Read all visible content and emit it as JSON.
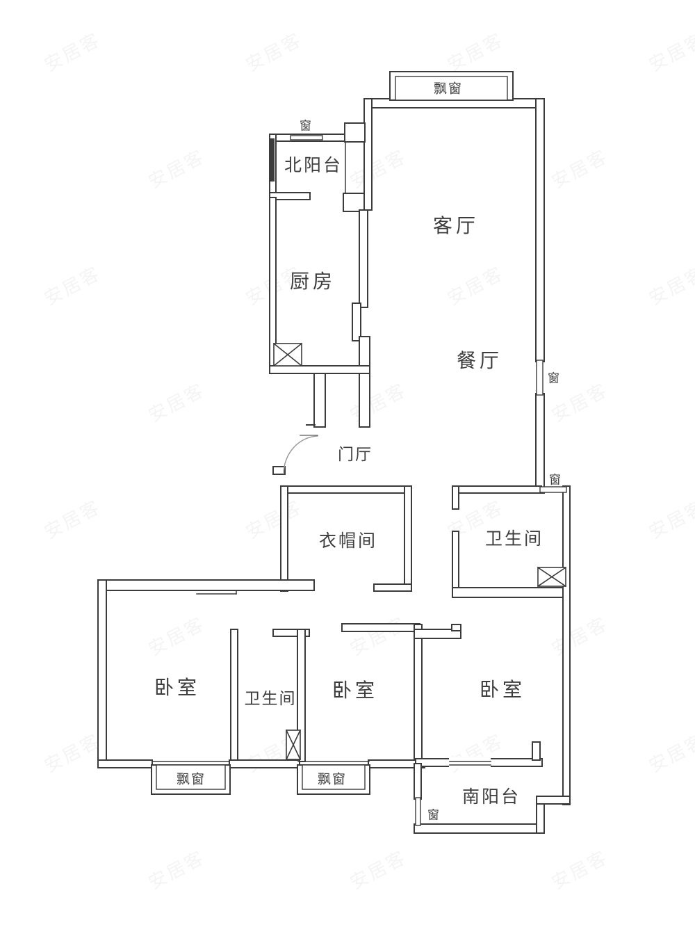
{
  "rooms": {
    "living": {
      "label": "客厅"
    },
    "dining": {
      "label": "餐厅"
    },
    "kitchen": {
      "label": "厨房"
    },
    "north_balcony": {
      "label": "北阳台"
    },
    "entry_hall": {
      "label": "门厅"
    },
    "cloakroom": {
      "label": "衣帽间"
    },
    "bathroom_main": {
      "label": "卫生间"
    },
    "bathroom_mid": {
      "label": "卫生间"
    },
    "bedroom_left": {
      "label": "卧室"
    },
    "bedroom_mid": {
      "label": "卧室"
    },
    "bedroom_right": {
      "label": "卧室"
    },
    "south_balcony": {
      "label": "南阳台"
    }
  },
  "windows": {
    "bay_top": "飘窗",
    "bay_bottom_left": "飘窗",
    "bay_bottom_mid": "飘窗",
    "win_north": "窗",
    "win_east_upper": "窗",
    "win_east_lower": "窗",
    "win_south": "窗"
  },
  "watermark": {
    "text": "安居客"
  },
  "colors": {
    "wall": "#3b3b3b",
    "text": "#3d3d3d",
    "background": "#ffffff",
    "arc": "#999999"
  }
}
